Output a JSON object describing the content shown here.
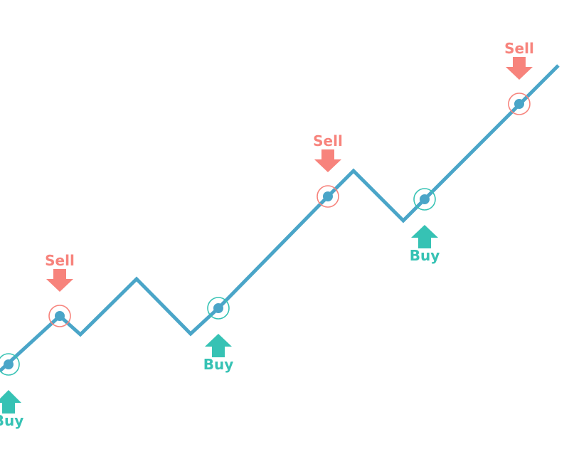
{
  "colors": {
    "line": "#4aa5c8",
    "buy": "#36c2b4",
    "sell": "#f7837c",
    "background": "#ffffff"
  },
  "labels": {
    "buy": "Buy",
    "sell": "Sell"
  },
  "signals": [
    {
      "type": "buy",
      "label": "Buy"
    },
    {
      "type": "sell",
      "label": "Sell"
    },
    {
      "type": "buy",
      "label": "Buy"
    },
    {
      "type": "sell",
      "label": "Sell"
    },
    {
      "type": "buy",
      "label": "Buy"
    },
    {
      "type": "sell",
      "label": "Sell"
    }
  ]
}
